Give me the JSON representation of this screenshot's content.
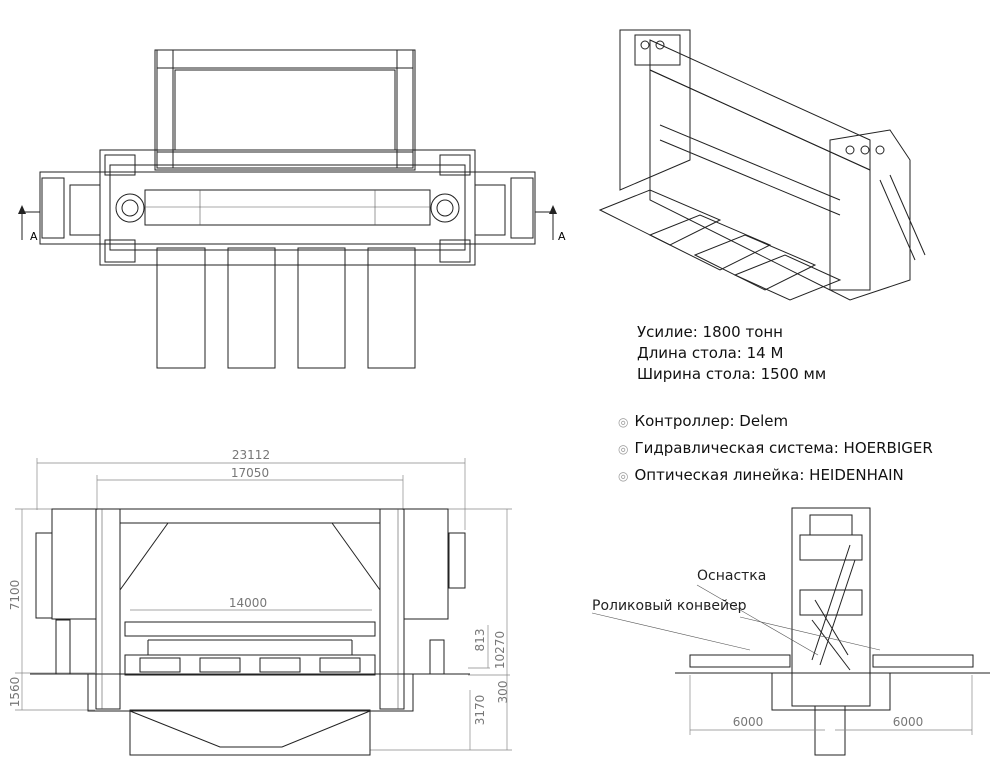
{
  "specs": {
    "force": "Усилие: 1800 тонн",
    "table_length": "Длина стола: 14 М",
    "table_width": "Ширина стола: 1500 мм"
  },
  "features": [
    {
      "icon": "bullet-icon",
      "symbol": "◎",
      "label": "Контроллер: Delem"
    },
    {
      "icon": "bullet-icon",
      "symbol": "◎",
      "label": "Гидравлическая система: HOERBIGER"
    },
    {
      "icon": "bullet-icon",
      "symbol": "◎",
      "label": "Оптическая линейка: HEIDENHAIN"
    }
  ],
  "plan_view": {
    "section_left": "A",
    "section_right": "A"
  },
  "front_view": {
    "dims": {
      "overall_width": "23112",
      "frame_width": "17050",
      "table_length": "14000",
      "height_above": "7100",
      "depth_below": "1560",
      "stroke": "813",
      "gap": "300",
      "pit": "3170",
      "total_height": "10270"
    }
  },
  "side_view": {
    "label_tooling": "Оснастка",
    "label_conveyor": "Роликовый конвейер",
    "dim_left": "6000",
    "dim_right": "6000"
  }
}
